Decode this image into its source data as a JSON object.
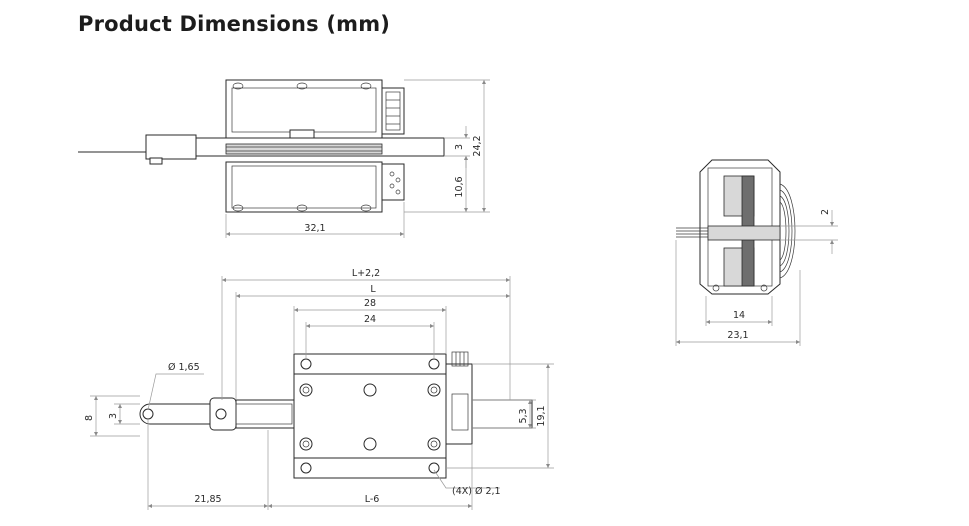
{
  "title": "Product Dimensions (mm)",
  "dimensions": {
    "top_width": "32,1",
    "top_h3": "3",
    "top_h24": "24,2",
    "top_h10": "10,6",
    "side_2": "2",
    "side_14": "14",
    "side_23": "23,1",
    "front_l22": "L+2,2",
    "front_l": "L",
    "front_28": "28",
    "front_24": "24",
    "front_hole": "Ø 1,65",
    "front_8": "8",
    "front_3": "3",
    "front_53": "5,3",
    "front_191": "19,1",
    "front_2185": "21,85",
    "front_l6": "L-6",
    "front_holes": "(4X) Ø 2,1"
  }
}
